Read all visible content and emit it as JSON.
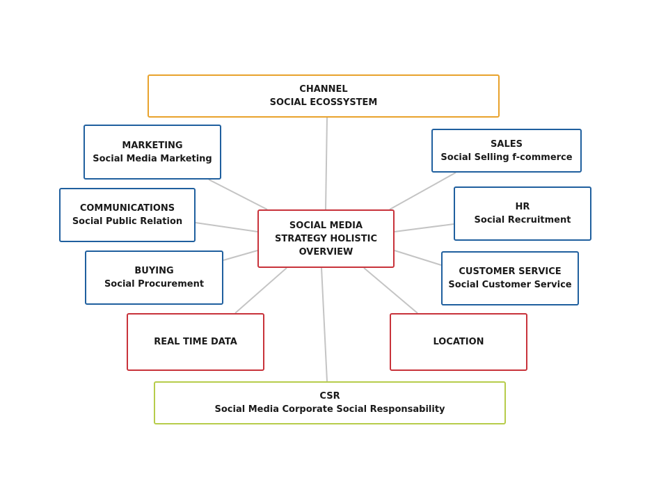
{
  "colors": {
    "center": "#c8323a",
    "channel": "#e8a22c",
    "departments": "#1f5f9e",
    "data_location": "#c8323a",
    "csr": "#b6cc4a",
    "connector": "#c4c4c4"
  },
  "center": {
    "line1": "SOCIAL MEDIA",
    "line2": "STRATEGY HOLISTIC",
    "line3": "OVERVIEW"
  },
  "channel": {
    "title": "CHANNEL",
    "subtitle": "SOCIAL ECOSSYSTEM"
  },
  "marketing": {
    "title": "MARKETING",
    "subtitle": "Social Media Marketing"
  },
  "communications": {
    "title": "COMMUNICATIONS",
    "subtitle": "Social Public Relation"
  },
  "buying": {
    "title": "BUYING",
    "subtitle": "Social Procurement"
  },
  "realtime": {
    "title": "REAL TIME DATA"
  },
  "sales": {
    "title": "SALES",
    "subtitle": "Social Selling f-commerce"
  },
  "hr": {
    "title": "HR",
    "subtitle": "Social Recruitment"
  },
  "customer_service": {
    "title": "CUSTOMER SERVICE",
    "subtitle": "Social Customer Service"
  },
  "location": {
    "title": "LOCATION"
  },
  "csr": {
    "title": "CSR",
    "subtitle": "Social Media Corporate Social Responsability"
  }
}
